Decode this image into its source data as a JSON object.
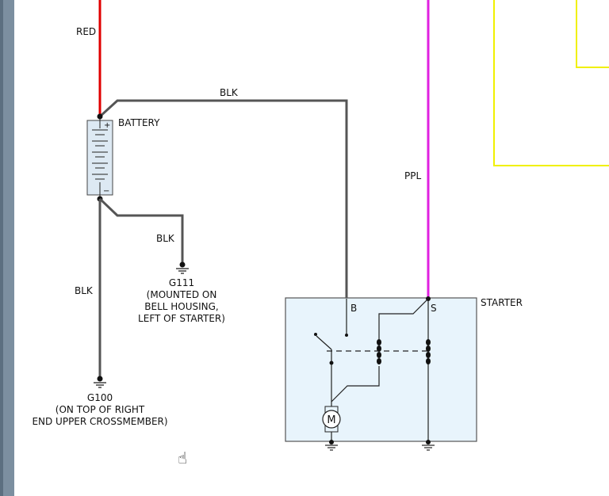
{
  "wire_labels": {
    "red": "RED",
    "blk_top": "BLK",
    "blk_g111": "BLK",
    "blk_g100": "BLK",
    "ppl": "PPL"
  },
  "components": {
    "battery": "BATTERY",
    "starter": "STARTER",
    "terminal_b": "B",
    "terminal_s": "S",
    "motor": "M"
  },
  "grounds": {
    "g111": {
      "name": "G111",
      "line1": "(MOUNTED ON",
      "line2": "BELL HOUSING,",
      "line3": "LEFT OF STARTER)"
    },
    "g100": {
      "name": "G100",
      "line1": "(ON TOP OF RIGHT",
      "line2": "END UPPER CROSSMEMBER)"
    }
  },
  "colors": {
    "red_wire": "#e00000",
    "ppl_wire": "#e020e0",
    "blk_wire": "#555555",
    "yellow_wire": "#f0f000",
    "starter_fill": "#e8f4fc",
    "battery_fill": "#dde9f3"
  },
  "battery_symbols": {
    "plus": "+",
    "minus": "−"
  },
  "cursor_icon": "hand-pointer-icon"
}
